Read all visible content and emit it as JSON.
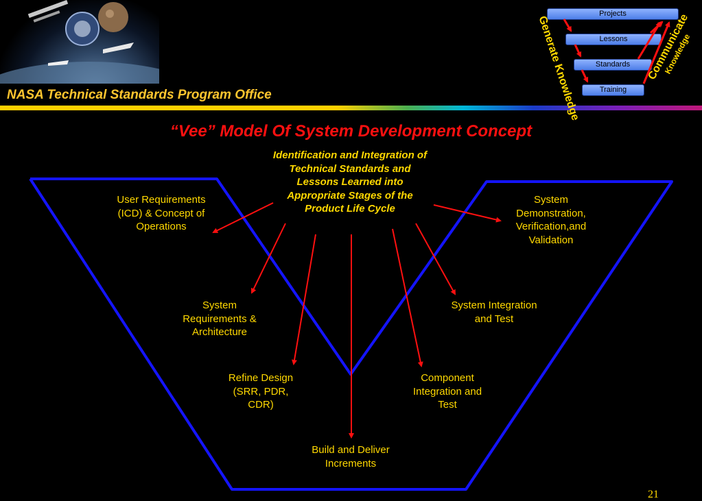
{
  "header": {
    "title": "NASA Technical Standards Program Office"
  },
  "slide": {
    "title": "“Vee” Model Of System Development Concept",
    "page_number": "21"
  },
  "inset": {
    "boxes": [
      "Projects",
      "Lessons",
      "Standards",
      "Training"
    ],
    "left_label": "Generate Knowledge",
    "right_label_1": "Communicate",
    "right_label_2": "Knowledge"
  },
  "center": {
    "text": "Identification and Integration of Technical Standards and Lessons Learned into Appropriate Stages of the Product Life Cycle"
  },
  "nodes": {
    "user_requirements": "User Requirements (ICD) & Concept of Operations",
    "system_requirements": "System Requirements & Architecture",
    "refine_design": "Refine Design (SRR, PDR, CDR)",
    "build_deliver": "Build and Deliver Increments",
    "component_integration": "Component Integration and Test",
    "system_integration": "System Integration and Test",
    "system_demonstration": "System Demonstration, Verification,and Validation"
  },
  "colors": {
    "vee_line": "#1414ff",
    "arrow": "#ff1010",
    "text": "#ffd800",
    "title": "#ff1010",
    "header": "#ffc52e"
  }
}
